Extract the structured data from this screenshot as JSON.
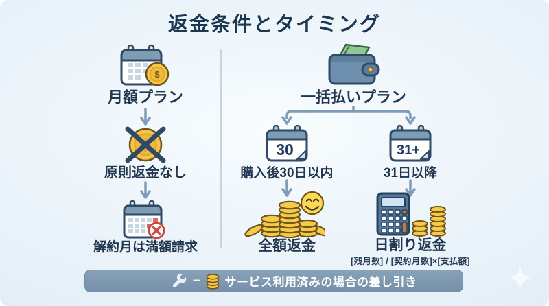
{
  "title": "返金条件とタイミング",
  "monthly": {
    "plan_label": "月額プラン",
    "no_refund_label": "原則返金なし",
    "full_charge_label": "解約月は満額請求"
  },
  "lump_sum": {
    "plan_label": "一括払いプラン",
    "within_30": {
      "calendar_number": "30",
      "label": "購入後30日以内",
      "result": "全額返金"
    },
    "after_31": {
      "calendar_number": "31+",
      "label": "31日以降",
      "result": "日割り返金",
      "formula": "[残月数] / [契約月数]×[支払額]"
    }
  },
  "footer": {
    "minus": "−",
    "label": "サービス利用済みの場合の差し引き"
  },
  "icons": {
    "dollar_sign": "$"
  },
  "colors": {
    "title_text": "#1c3752",
    "outline_navy": "#2e4a66",
    "arrow_blue": "#7f9db8",
    "coin_gold": "#f6c94a",
    "calendar_header": "#7e9cb4",
    "wallet_blue": "#6e8fae",
    "money_green": "#8fca93",
    "error_red": "#cd4a43",
    "footer_bg": "#7e99b1",
    "background": "#e3eef7"
  }
}
